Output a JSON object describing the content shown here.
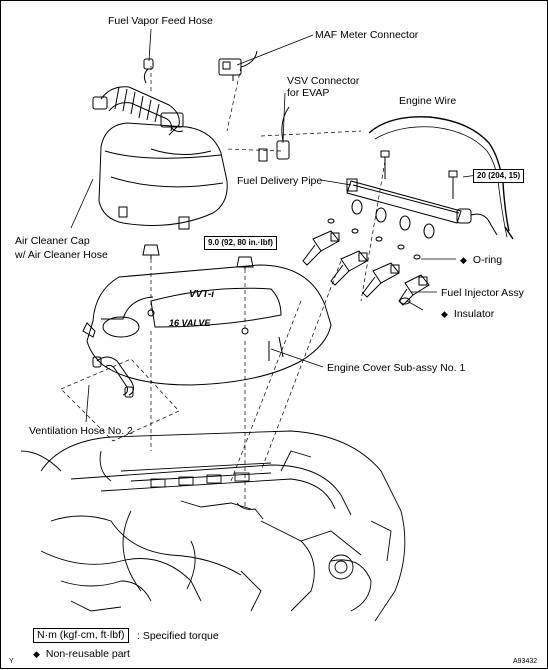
{
  "labels": {
    "fuel_vapor_feed_hose": "Fuel Vapor Feed Hose",
    "maf_meter_connector": "MAF Meter Connector",
    "vsv_connector_line1": "VSV Connector",
    "vsv_connector_line2": "for EVAP",
    "engine_wire": "Engine Wire",
    "fuel_delivery_pipe": "Fuel Delivery Pipe",
    "air_cleaner_cap_line1": "Air Cleaner Cap",
    "air_cleaner_cap_line2": "w/ Air Cleaner Hose",
    "o_ring": "O-ring",
    "fuel_injector_assy": "Fuel Injector Assy",
    "insulator": "Insulator",
    "engine_cover": "Engine Cover Sub-assy No. 1",
    "ventilation_hose": "Ventilation Hose No. 2"
  },
  "torque_specs": {
    "delivery_pipe_bolt": "20 (204, 15)",
    "engine_cover_nut": "9.0 (92, 80 in.·lbf)"
  },
  "cover_text": {
    "vvti": "VVT-i",
    "valve": "16 VALVE"
  },
  "legend": {
    "torque_unit": "N·m (kgf·cm, ft·lbf)",
    "torque_desc": ": Specified torque",
    "non_reusable_symbol": "◆",
    "non_reusable_desc": "Non-reusable part"
  },
  "footer": {
    "figure_code": "A93432",
    "corner_mark": "Y"
  }
}
